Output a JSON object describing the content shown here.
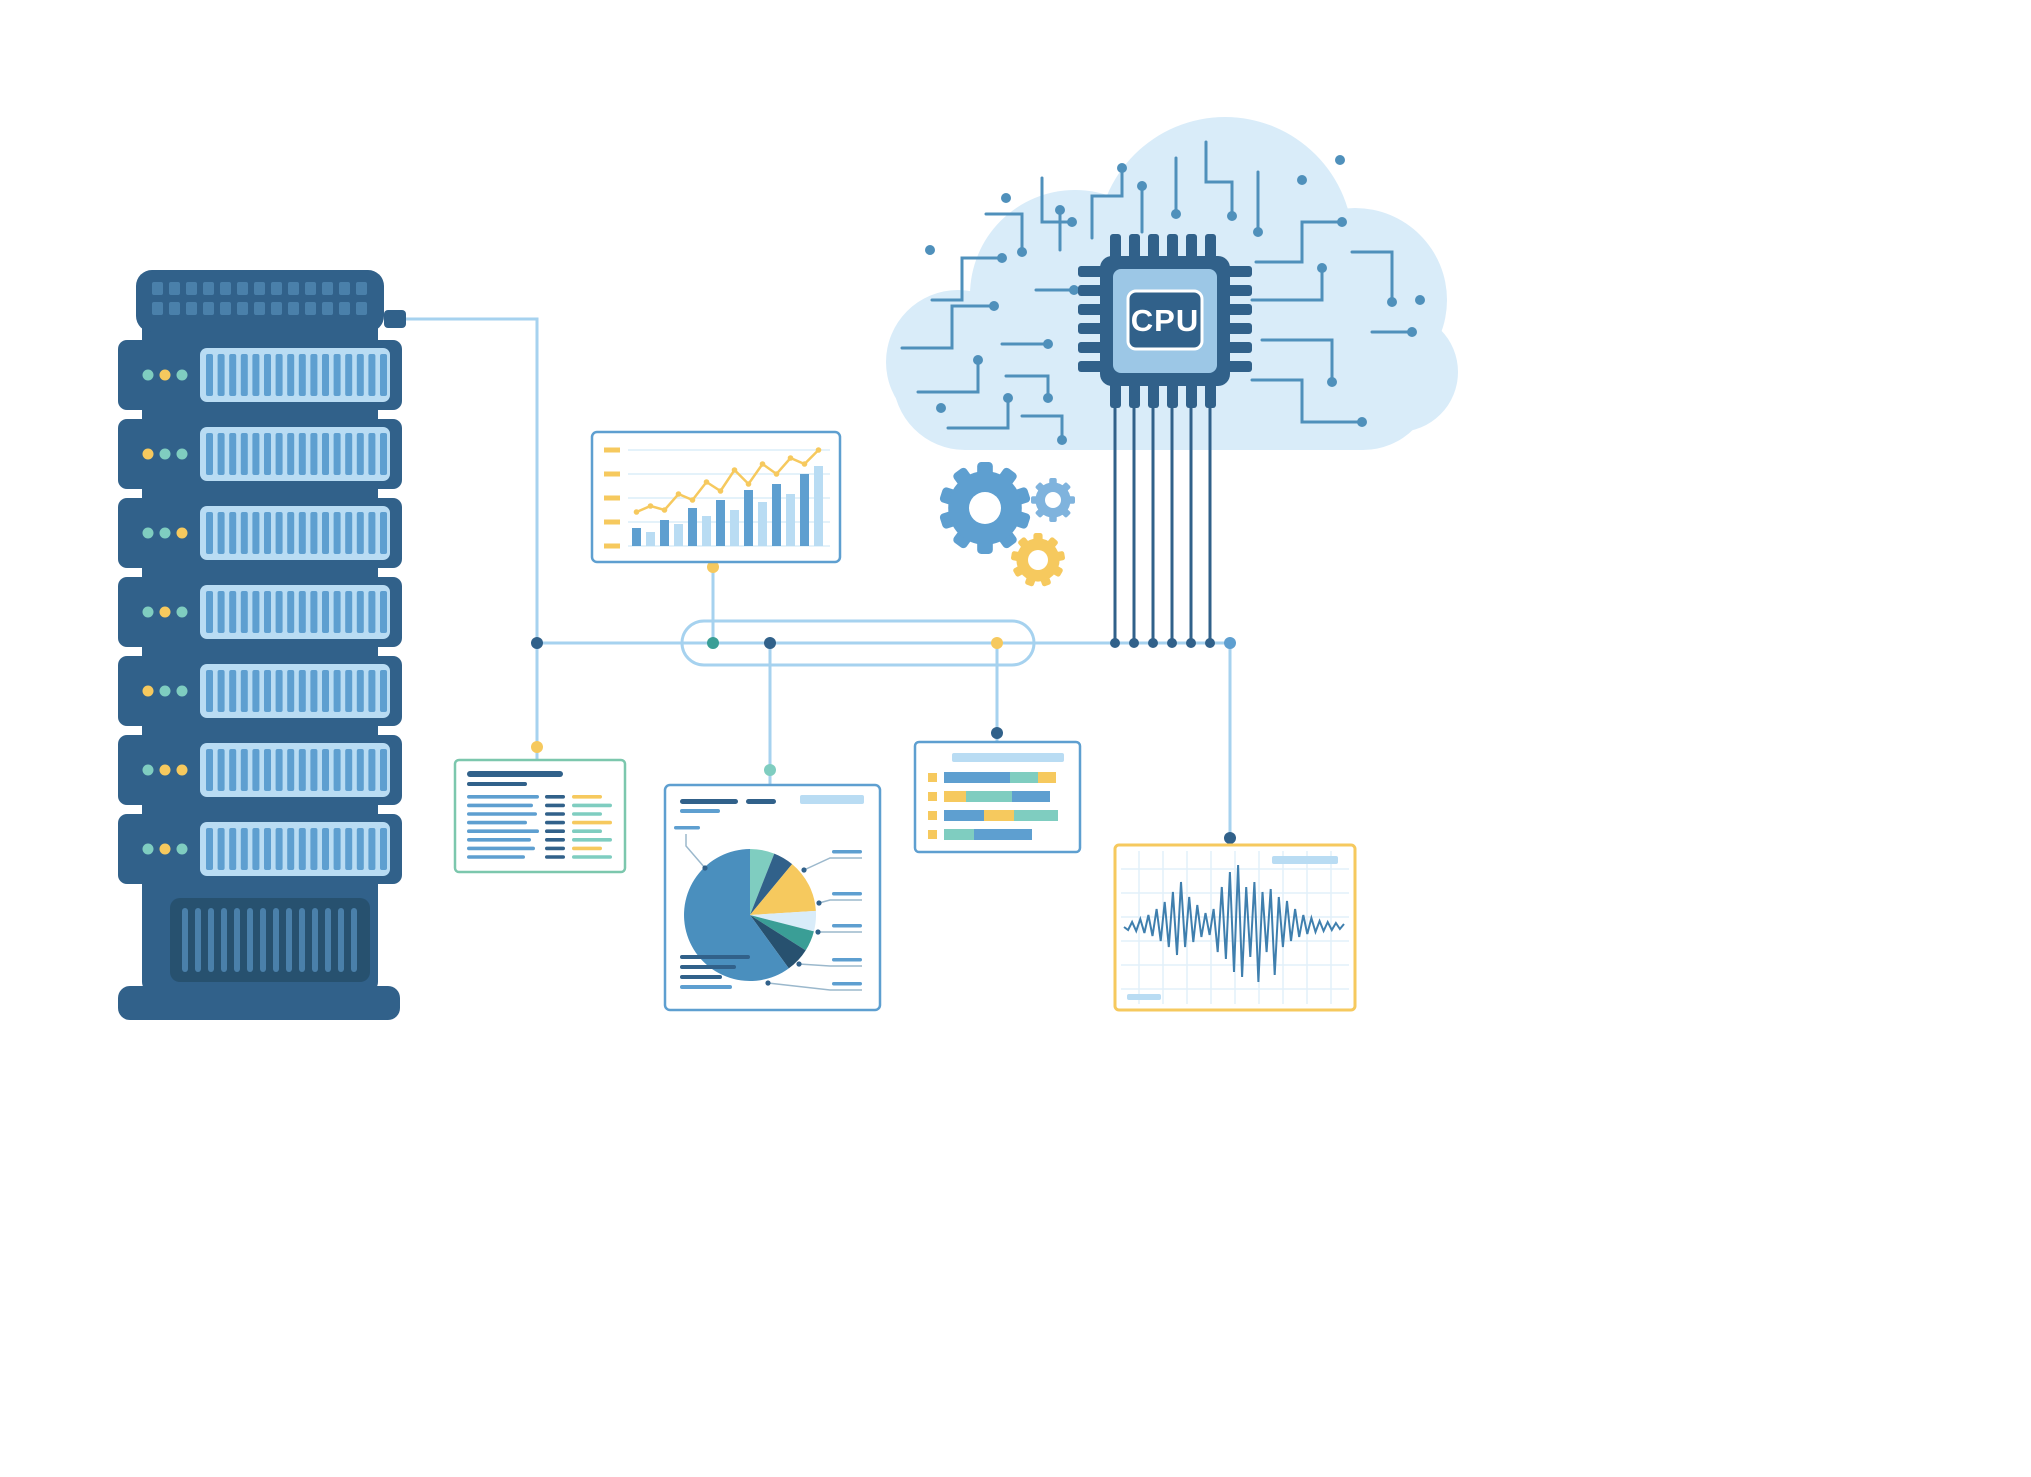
{
  "illustration": {
    "cpu": {
      "label": "CPU"
    },
    "palette": {
      "navy": "#31618a",
      "navy_dark": "#27516f",
      "blue": "#5e9fd0",
      "steel_blue": "#4a8fbe",
      "light_blue": "#b9dcf3",
      "pale_blue": "#d9ecf9",
      "line_blue": "#a6d2ef",
      "circuit_blue": "#4f90bb",
      "grid_blue": "#e2f0fa",
      "yellow": "#f6c95e",
      "teal": "#7fcdc0",
      "teal_dark": "#3a9e96",
      "green_border": "#7cc7ad",
      "wave_blue": "#3f7fae",
      "white": "#ffffff"
    },
    "server": {
      "unit_count": 7,
      "slats_per_unit": 16,
      "led_colors": [
        [
          "teal",
          "yellow",
          "teal"
        ],
        [
          "yellow",
          "teal",
          "teal"
        ],
        [
          "teal",
          "teal",
          "yellow"
        ],
        [
          "teal",
          "yellow",
          "teal"
        ],
        [
          "yellow",
          "teal",
          "teal"
        ],
        [
          "teal",
          "yellow",
          "yellow"
        ],
        [
          "teal",
          "yellow",
          "teal"
        ]
      ]
    }
  },
  "chart_data": [
    {
      "name": "trend-bar-chart",
      "type": "bar",
      "title": "",
      "values": [
        18,
        14,
        26,
        22,
        38,
        30,
        46,
        36,
        56,
        44,
        62,
        52,
        72,
        80
      ],
      "line_overlay": [
        34,
        40,
        36,
        52,
        46,
        64,
        55,
        76,
        62,
        82,
        72,
        88,
        82,
        96
      ],
      "bar_colors": [
        "blue",
        "light_blue"
      ],
      "axis_tick_color": "yellow",
      "grid": true
    },
    {
      "name": "distribution-pie",
      "type": "pie",
      "title": "",
      "slices": [
        {
          "color": "teal",
          "value": 6
        },
        {
          "color": "navy",
          "value": 5
        },
        {
          "color": "yellow",
          "value": 13
        },
        {
          "color": "pale_blue",
          "value": 5
        },
        {
          "color": "teal_dark",
          "value": 5
        },
        {
          "color": "navy_dark",
          "value": 6
        },
        {
          "color": "steel_blue",
          "value": 60
        }
      ]
    },
    {
      "name": "stacked-load-bars",
      "type": "bar",
      "orientation": "horizontal",
      "title": "",
      "rows": [
        [
          {
            "color": "blue",
            "w": 66
          },
          {
            "color": "teal",
            "w": 28
          },
          {
            "color": "yellow",
            "w": 18
          }
        ],
        [
          {
            "color": "yellow",
            "w": 22
          },
          {
            "color": "teal",
            "w": 46
          },
          {
            "color": "blue",
            "w": 38
          }
        ],
        [
          {
            "color": "blue",
            "w": 40
          },
          {
            "color": "yellow",
            "w": 30
          },
          {
            "color": "teal",
            "w": 44
          }
        ],
        [
          {
            "color": "teal",
            "w": 30
          },
          {
            "color": "blue",
            "w": 58
          }
        ]
      ]
    },
    {
      "name": "signal-waveform",
      "type": "line",
      "title": "",
      "envelope": [
        3,
        5,
        4,
        8,
        6,
        12,
        9,
        18,
        14,
        25,
        20,
        35,
        28,
        45,
        20,
        30,
        15,
        22,
        10,
        14,
        8,
        18,
        25,
        40,
        32,
        55,
        45,
        62,
        50,
        40,
        30,
        45,
        55,
        35,
        25,
        38,
        48,
        30,
        20,
        26,
        14,
        18,
        10,
        12,
        7,
        9,
        5,
        6,
        4,
        5,
        3,
        4,
        2,
        3
      ]
    }
  ]
}
